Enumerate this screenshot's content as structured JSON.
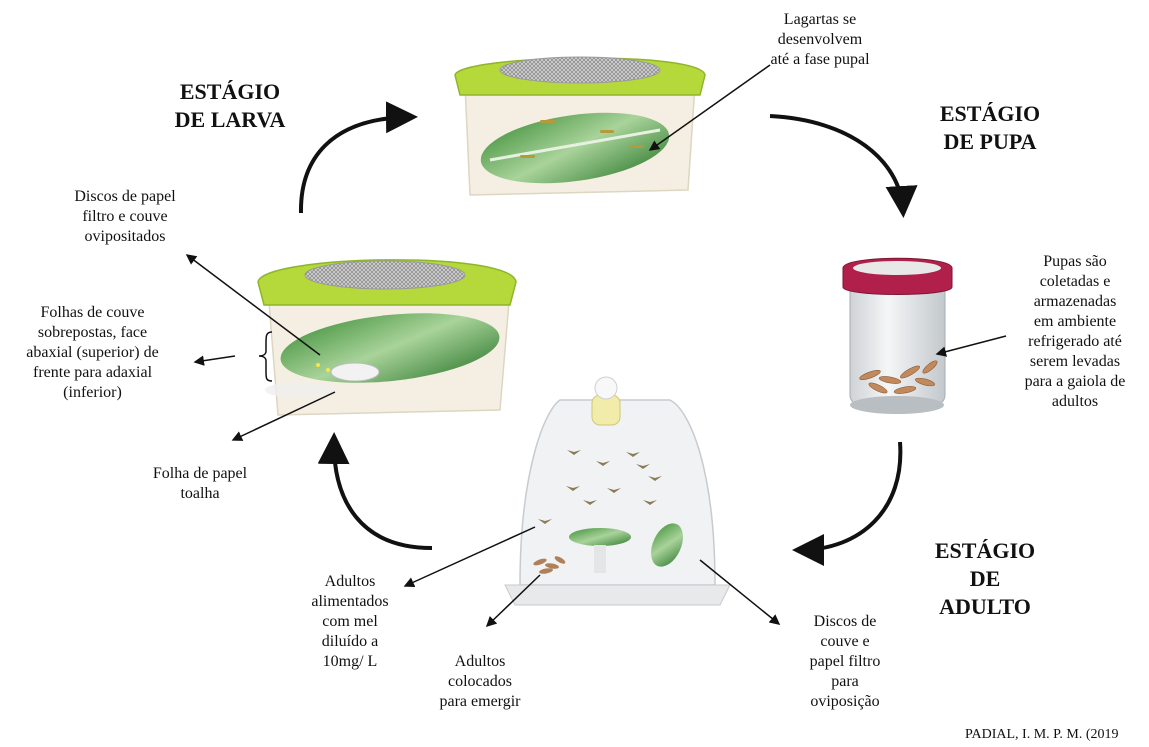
{
  "stages": {
    "larva": [
      "ESTÁGIO",
      "DE LARVA"
    ],
    "pupa": [
      "ESTÁGIO",
      "DE PUPA"
    ],
    "adulto": [
      "ESTÁGIO",
      "DE",
      "ADULTO"
    ]
  },
  "labels": {
    "lagartas": [
      "Lagartas se",
      "desenvolvem",
      "até a fase pupal"
    ],
    "discos_papel": [
      "Discos de papel",
      "filtro e couve",
      "ovipositados"
    ],
    "folhas": [
      "Folhas de couve",
      "sobrepostas, face",
      "abaxial (superior) de",
      "frente para adaxial",
      "(inferior)"
    ],
    "papel_toalha": [
      "Folha de papel",
      "toalha"
    ],
    "pupas": [
      "Pupas são",
      "coletadas e",
      "armazenadas",
      "em ambiente",
      "refrigerado até",
      "serem levadas",
      "para a gaiola de",
      "adultos"
    ],
    "alimentados": [
      "Adultos",
      "alimentados",
      "com mel",
      "diluído a",
      "10mg/ L"
    ],
    "colocados": [
      "Adultos",
      "colocados",
      "para emergir"
    ],
    "discos_couve": [
      "Discos de",
      "couve e",
      "papel filtro",
      "para",
      "oviposição"
    ]
  },
  "credit": "PADIAL, I. M. P. M. (2019"
}
